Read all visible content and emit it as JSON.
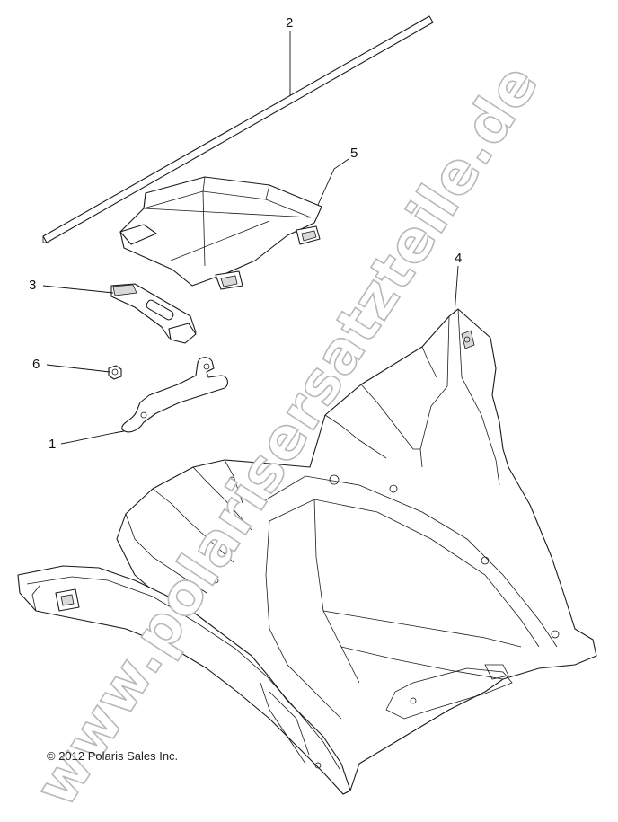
{
  "callouts": {
    "c1": "1",
    "c2": "2",
    "c3": "3",
    "c4": "4",
    "c5": "5",
    "c6": "6"
  },
  "copyright": "© 2012 Polaris Sales Inc.",
  "watermark": "www.polarisersatzteile.de",
  "colors": {
    "line": "#1a1a1a",
    "watermark_outline": "#b8b8b8",
    "background": "#ffffff"
  }
}
